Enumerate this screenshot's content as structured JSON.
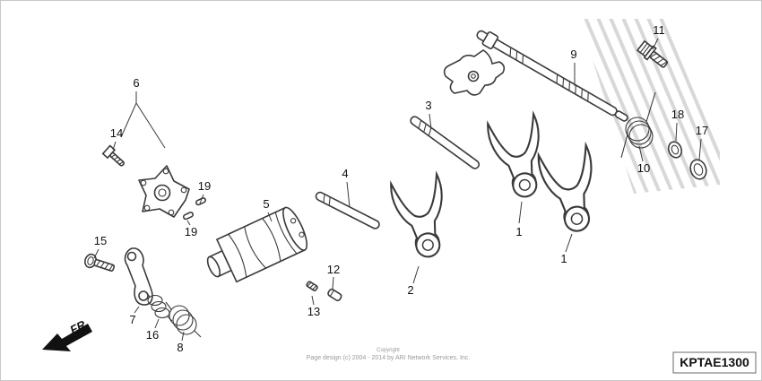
{
  "diagram": {
    "code": "KPTAE1300",
    "fr_label": "FR.",
    "copyright_line1": "Copyright",
    "copyright_line2": "Page design (c) 2004 - 2014 by ARI Network Services, Inc.",
    "colors": {
      "line": "#3a3a3a",
      "hatch": "#d8d8d8",
      "label": "#111111",
      "background": "#ffffff"
    }
  },
  "callouts": {
    "c1a": "1",
    "c1b": "1",
    "c2": "2",
    "c3": "3",
    "c4": "4",
    "c5": "5",
    "c6": "6",
    "c7": "7",
    "c8": "8",
    "c9": "9",
    "c10": "10",
    "c11": "11",
    "c12": "12",
    "c13": "13",
    "c14": "14",
    "c15": "15",
    "c16": "16",
    "c17": "17",
    "c18": "18",
    "c19a": "19",
    "c19b": "19"
  }
}
